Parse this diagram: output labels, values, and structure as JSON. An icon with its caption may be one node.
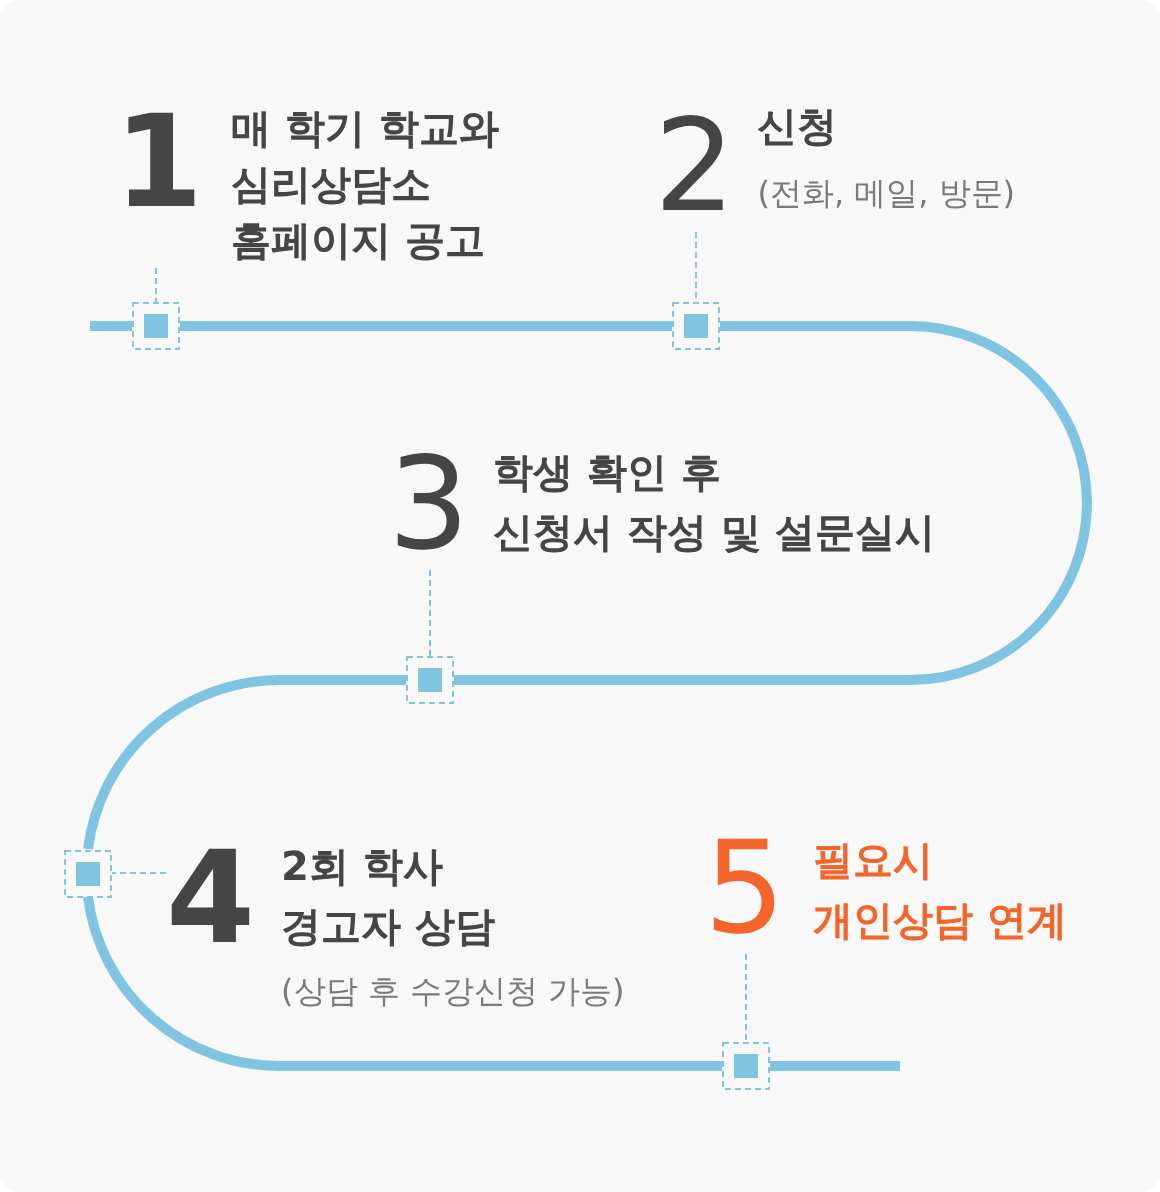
{
  "diagram": {
    "nodes": [
      {
        "text": [
          "1",
          "매 학기 학교와 심리상담소 홈페이지 공고"
        ]
      },
      {
        "text": [
          "2",
          "신청",
          "(전화, 메일, 방문)"
        ]
      },
      {
        "text": [
          "3",
          "학생 확인 후 신청서 작성 및 설문실시"
        ]
      },
      {
        "text": [
          "4",
          "2회 학사 경고자 상담",
          "(상담 후 수강신청 가능)"
        ]
      },
      {
        "text": [
          "5",
          "필요시 개인상담 연계"
        ]
      },
      {
        "text": [],
        "shape": "box"
      },
      {
        "text": [],
        "shape": "box"
      },
      {
        "text": [],
        "shape": "box"
      },
      {
        "text": [],
        "shape": "box"
      },
      {
        "text": [],
        "shape": "box"
      }
    ],
    "edges": [
      {
        "from": null,
        "to": 5,
        "arrow": "none"
      },
      {
        "from": 5,
        "to": 6,
        "arrow": "none"
      },
      {
        "from": 6,
        "to": 7,
        "arrow": "none"
      },
      {
        "from": 7,
        "to": 8,
        "arrow": "none"
      },
      {
        "from": 8,
        "to": 9,
        "arrow": "none"
      },
      {
        "from": 9,
        "to": null,
        "arrow": "none"
      },
      {
        "from": 0,
        "to": 5,
        "arrow": "none",
        "style": "dashed"
      },
      {
        "from": 1,
        "to": 6,
        "arrow": "none",
        "style": "dashed"
      },
      {
        "from": 2,
        "to": 7,
        "arrow": "none",
        "style": "dashed"
      },
      {
        "from": 3,
        "to": 8,
        "arrow": "none",
        "style": "dashed"
      },
      {
        "from": 4,
        "to": 9,
        "arrow": "none",
        "style": "dashed"
      }
    ]
  }
}
